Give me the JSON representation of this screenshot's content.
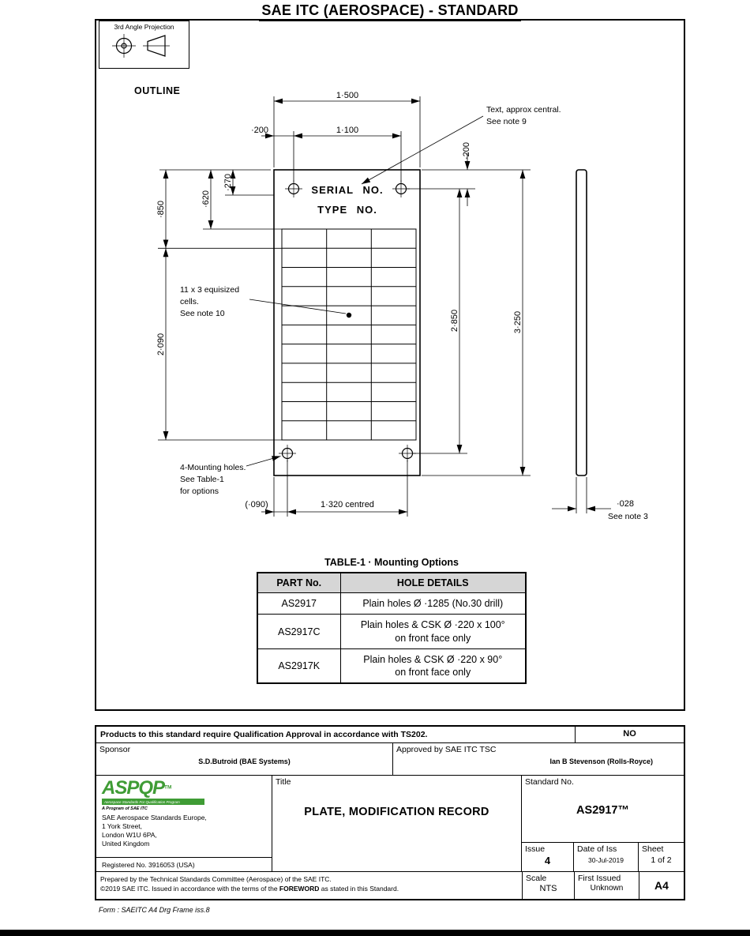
{
  "colors": {
    "aspqp_green": "#3f9c35",
    "table_header_bg": "#d6d6d6"
  },
  "page": {
    "title": "SAE ITC (AEROSPACE) - STANDARD",
    "form_note": "Form : SAEITC A4 Drg Frame iss.8"
  },
  "projection": {
    "label": "3rd Angle Projection"
  },
  "drawing": {
    "outline_label": "OUTLINE",
    "plate": {
      "serial_label": "SERIAL NO.",
      "type_label": "TYPE NO."
    },
    "dims": {
      "total_width": "1·500",
      "hole_edge_offset": "·200",
      "hole_spacing_h": "1·100",
      "hole_top_offset": "·200",
      "dim_270": "·270",
      "dim_620": "·620",
      "dim_850": "·850",
      "grid_span": "2·090",
      "hole_spacing_v": "2·850",
      "total_height": "3·250",
      "bottom_edge_offset": "(·090)",
      "bottom_hole_spacing": "1·320 centred",
      "thickness": "·028",
      "thickness_note": "See note 3"
    },
    "annotations": {
      "central_text_1": "Text, approx central.",
      "central_text_2": "See note 9",
      "cells_1": "11 x 3 equisized",
      "cells_2": "cells.",
      "cells_3": "See note 10",
      "mounting_1": "4-Mounting holes.",
      "mounting_2": "See Table-1",
      "mounting_3": "for options"
    }
  },
  "table1": {
    "caption": "TABLE-1 · Mounting Options",
    "headers": [
      "PART No.",
      "HOLE DETAILS"
    ],
    "rows": [
      {
        "part": "AS2917",
        "detail_1": "Plain holes Ø ·1285 (No.30 drill)",
        "detail_2": ""
      },
      {
        "part": "AS2917C",
        "detail_1": "Plain holes & CSK Ø ·220 x 100°",
        "detail_2": "on front face only"
      },
      {
        "part": "AS2917K",
        "detail_1": "Plain holes & CSK Ø ·220 x 90°",
        "detail_2": "on front face only"
      }
    ]
  },
  "titleblock": {
    "qualification": "Products to this standard require Qualification Approval in accordance with TS202.",
    "qualification_answer": "NO",
    "sponsor_label": "Sponsor",
    "sponsor_name": "S.D.Butroid (BAE Systems)",
    "approved_label": "Approved by SAE ITC TSC",
    "approved_name": "Ian B Stevenson (Rolls-Royce)",
    "logo": {
      "name": "ASPQP",
      "tm": "TM",
      "tagline": "Aerospace Standards For Qualification Program",
      "program": "A Program of SAE ITC",
      "address_1": "SAE Aerospace Standards Europe,",
      "address_2": "1 York Street,",
      "address_3": "London W1U 6PA,",
      "address_4": "United Kingdom",
      "registered": "Registered No. 3916053 (USA)"
    },
    "title_label": "Title",
    "title_value": "PLATE, MODIFICATION RECORD",
    "standard_label": "Standard No.",
    "standard_value": "AS2917™",
    "issue_label": "Issue",
    "issue_value": "4",
    "date_label": "Date of Iss",
    "date_value": "30-Jul-2019",
    "sheet_label": "Sheet",
    "sheet_value": "1 of 2",
    "prepared": "Prepared by the Technical Standards Committee (Aerospace) of the SAE ITC.",
    "copyright_pre": "©2019 SAE ITC. Issued in accordance with the terms of the ",
    "copyright_bold": "FOREWORD",
    "copyright_post": " as stated in this Standard.",
    "scale_label": "Scale",
    "scale_value": "NTS",
    "first_issued_label": "First Issued",
    "first_issued_value": "Unknown",
    "size_value": "A4"
  }
}
